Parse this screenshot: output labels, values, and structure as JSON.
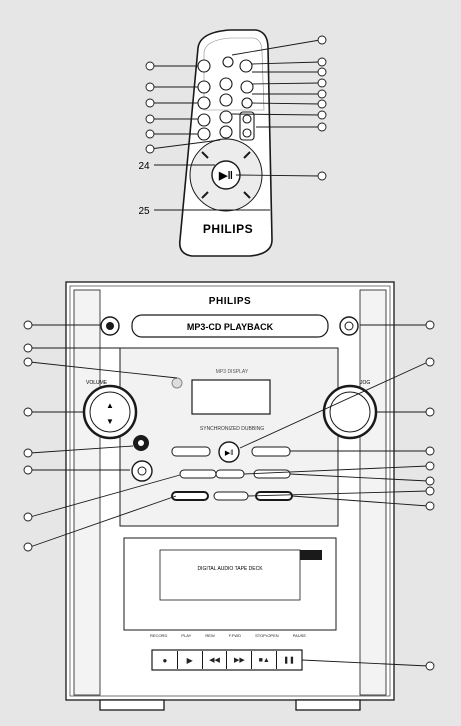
{
  "remote": {
    "brand": "PHILIPS",
    "labels": {
      "num24": "24",
      "num25": "25"
    }
  },
  "unit": {
    "brand": "PHILIPS",
    "disc_door_text": "MP3-CD PLAYBACK",
    "display_caption": "SYNCHRONIZED DUBBING",
    "volume_label": "VOLUME",
    "jog_label": "JOG",
    "cassette_text": "DIGITAL AUDIO TAPE DECK",
    "tape_buttons": [
      "RECORD",
      "PLAY",
      "REW",
      "F.FWD",
      "STOP•OPEN",
      "PAUSE"
    ],
    "tape_icons": [
      "record-icon",
      "play-icon",
      "rewind-icon",
      "fast-forward-icon",
      "stop-eject-icon",
      "pause-icon"
    ],
    "tape_glyphs": [
      "●",
      "▶",
      "◀◀",
      "▶▶",
      "■▲",
      "❚❚"
    ]
  },
  "colors": {
    "page_bg": "#e6e6e6",
    "outline": "#1a1a1a",
    "panel": "#ffffff",
    "shade": "#cfcfcf"
  }
}
